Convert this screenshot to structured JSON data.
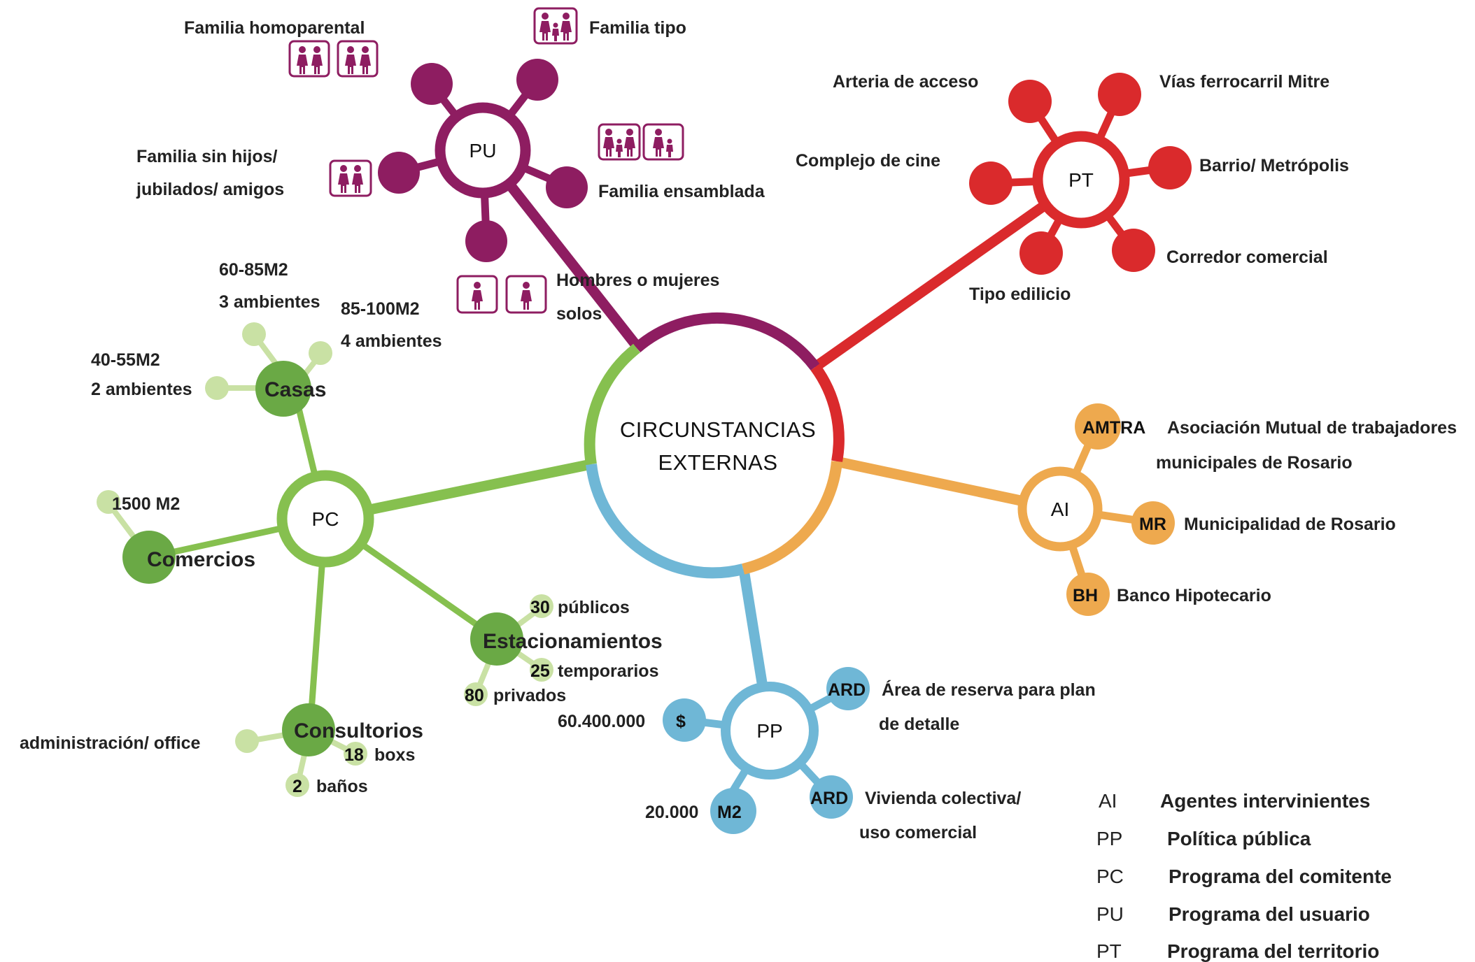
{
  "center": {
    "line1": "CIRCUNSTANCIAS",
    "line2": "EXTERNAS"
  },
  "colors": {
    "pu": "#8e1d61",
    "pt": "#da2a2c",
    "ai": "#eea94e",
    "pp": "#6fb7d6",
    "pc": "#86c04f",
    "pc_dark": "#6aa945",
    "pc_light": "#c9e1a4"
  },
  "pu": {
    "hub": "PU",
    "familia_homoparental": "Familia homoparental",
    "familia_tipo": "Familia tipo",
    "familia_sin_hijos_1": "Familia sin hijos/",
    "familia_sin_hijos_2": "jubilados/ amigos",
    "familia_ensamblada": "Familia ensamblada",
    "hombres_1": "Hombres o mujeres",
    "hombres_2": "solos"
  },
  "pt": {
    "hub": "PT",
    "arteria": "Arteria de acceso",
    "vias": "Vías ferrocarril Mitre",
    "complejo": "Complejo de cine",
    "barrio": "Barrio/ Metrópolis",
    "corredor": "Corredor comercial",
    "tipo": "Tipo edilicio"
  },
  "ai": {
    "hub": "AI",
    "amtra_code": "AMTRA",
    "amtra_1": "Asociación Mutual de trabajadores",
    "amtra_2": "municipales de Rosario",
    "mr_code": "MR",
    "mr": "Municipalidad de Rosario",
    "bh_code": "BH",
    "bh": "Banco Hipotecario"
  },
  "pp": {
    "hub": "PP",
    "ard1_code": "ARD",
    "ard1_1": "Área de reserva para plan",
    "ard1_2": "de detalle",
    "money_code": "$",
    "money": "60.400.000",
    "m2_code": "M2",
    "m2": "20.000",
    "ard2_code": "ARD",
    "ard2_1": "Vivienda colectiva/",
    "ard2_2": "uso comercial"
  },
  "pc": {
    "hub": "PC",
    "casas": "Casas",
    "c1a": "60-85M2",
    "c1b": "3 ambientes",
    "c2a": "85-100M2",
    "c2b": "4 ambientes",
    "c3a": "40-55M2",
    "c3b": "2 ambientes",
    "comercios": "Comercios",
    "comercios_area": "1500 M2",
    "estacionamientos": "Estacionamientos",
    "e1n": "30",
    "e1": "públicos",
    "e2n": "25",
    "e2": "temporarios",
    "e3n": "80",
    "e3": "privados",
    "consultorios": "Consultorios",
    "admin": "administración/ office",
    "boxn": "18",
    "box": "boxs",
    "banon": "2",
    "bano": "baños"
  },
  "legend": [
    {
      "code": "AI",
      "label": "Agentes intervinientes"
    },
    {
      "code": "PP",
      "label": "Política pública"
    },
    {
      "code": "PC",
      "label": "Programa del comitente"
    },
    {
      "code": "PU",
      "label": "Programa del usuario"
    },
    {
      "code": "PT",
      "label": "Programa del territorio"
    }
  ],
  "icons": [
    "family-icon",
    "couple-icon",
    "person-icon"
  ]
}
